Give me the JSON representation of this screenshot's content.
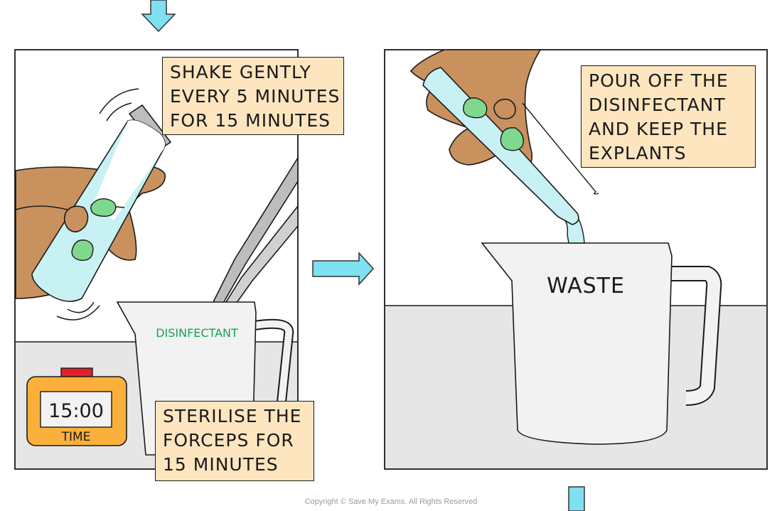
{
  "panel_left": {
    "caption_shake": [
      "SHAKE GENTLY",
      "EVERY 5 MINUTES",
      "FOR 15 MINUTES"
    ],
    "beaker_label": "DISINFECTANT",
    "timer_display": "15:00",
    "timer_label": "TIME",
    "caption_sterilise": [
      "STERILISE THE",
      "FORCEPS FOR",
      "15 MINUTES"
    ]
  },
  "panel_right": {
    "caption_pour": [
      "POUR OFF THE",
      "DISINFECTANT",
      "AND KEEP THE",
      "EXPLANTS"
    ],
    "beaker_label": "WASTE"
  },
  "footer": {
    "copyright": "Copyright © Save My Exams. All Rights Reserved"
  },
  "colors": {
    "arrow": "#7ee0f0",
    "caption_bg": "#fde5bf",
    "skin": "#c8915e",
    "liquid": "#c8f1f4",
    "explant": "#7ed98e",
    "bench": "#e6e6e6",
    "timer_body": "#fbb03b",
    "timer_button": "#e0202a",
    "disinfectant_text": "#1aa050"
  }
}
